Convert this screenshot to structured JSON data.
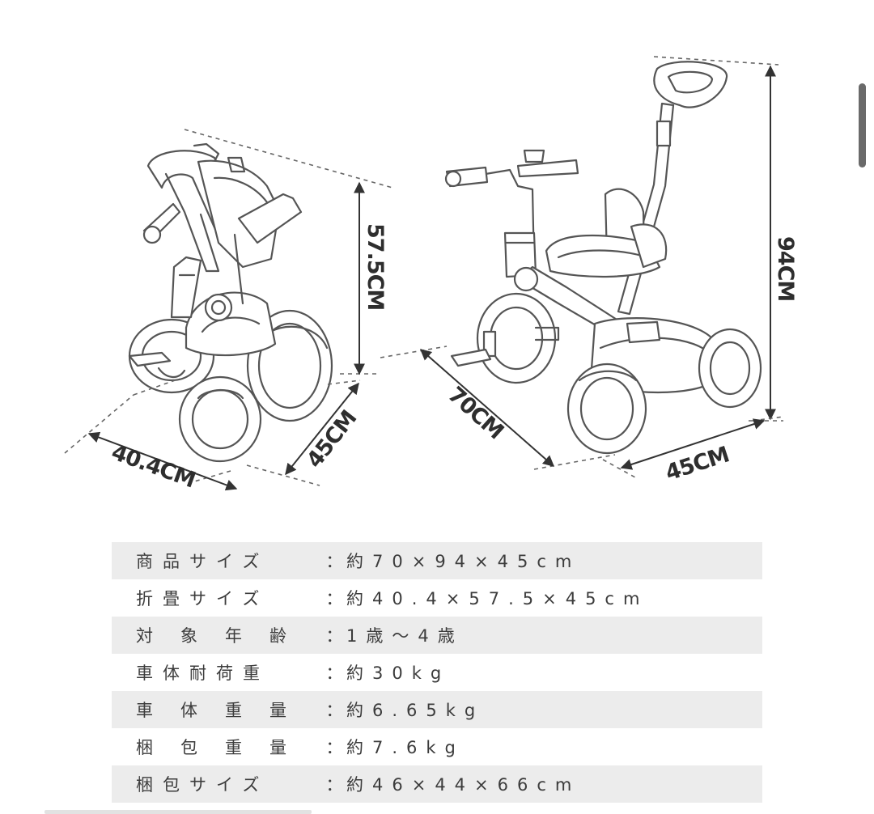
{
  "dimensions": {
    "folded_height": "57.5CM",
    "folded_width": "40.4CM",
    "folded_depth": "45CM",
    "height": "94CM",
    "length": "70CM",
    "width": "45CM"
  },
  "specs": [
    {
      "label": "商品サイズ",
      "value": "約70×94×45cm"
    },
    {
      "label": "折畳サイズ",
      "value": "約40.4×57.5×45cm"
    },
    {
      "label": "対象年齢",
      "value": "1歳〜4歳"
    },
    {
      "label": "車体耐荷重",
      "value": "約30kg"
    },
    {
      "label": "車体重量",
      "value": "約6.65kg"
    },
    {
      "label": "梱包重量",
      "value": "約7.6kg"
    },
    {
      "label": "梱包サイズ",
      "value": "約46×44×66cm"
    }
  ],
  "colon": "：",
  "icons": {
    "folded": "folded-tricycle-drawing",
    "unfolded": "tricycle-drawing"
  }
}
